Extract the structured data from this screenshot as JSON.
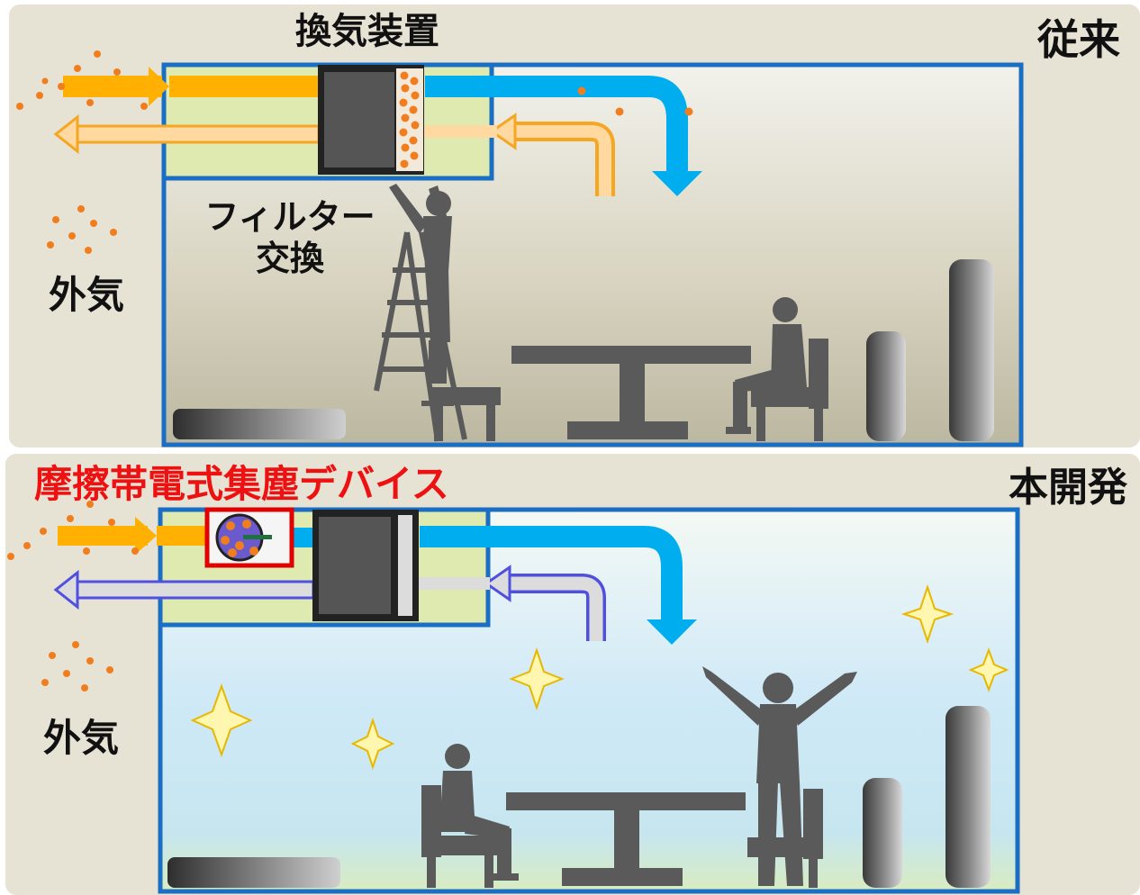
{
  "top_panel": {
    "corner_label": "従来",
    "device_label": "換気装置",
    "filter_label_line1": "フィルター",
    "filter_label_line2": "交換",
    "outside_label": "外気"
  },
  "bottom_panel": {
    "corner_label": "本開発",
    "device_label": "摩擦帯電式集塵デバイス",
    "outside_label": "外気"
  },
  "colors": {
    "panel_background": "#e6e2d4",
    "room_border": "#1a6fc4",
    "duct_green": "#dfeab0",
    "supply_air": "#00aeef",
    "intake_arrow": "#ffb000",
    "dust": "#f07e1e",
    "silhouette": "#5a5a5a",
    "device_label": "#ee1111",
    "device_frame": "#e00000",
    "sparkle": "#fff6b0",
    "device_disc": "#6a5acd"
  },
  "icons": [
    "worker-on-ladder-silhouette",
    "seated-person-silhouette",
    "cheering-person-silhouette",
    "sparkle-icon",
    "dust-particle-icon",
    "filter-unit-icon",
    "collector-device-icon"
  ]
}
